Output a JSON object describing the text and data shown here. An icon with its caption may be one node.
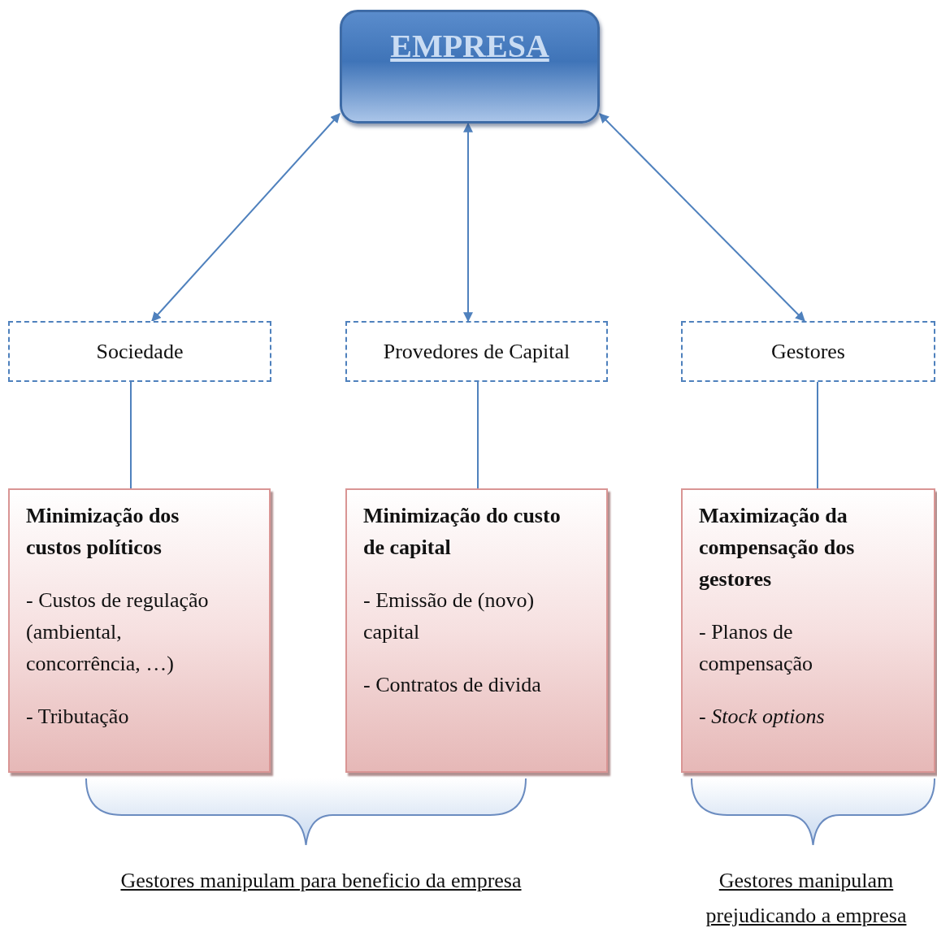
{
  "diagram": {
    "nodes": [
      {
        "text": [
          "EMPRESA"
        ]
      },
      {
        "text": [
          "Sociedade"
        ]
      },
      {
        "text": [
          "Provedores de Capital"
        ]
      },
      {
        "text": [
          "Gestores"
        ]
      },
      {
        "text": [
          "Minimização dos custos políticos",
          "- Custos de regulação (ambiental, concorrência, …)",
          "- Tributação"
        ]
      },
      {
        "text": [
          "Minimização do custo de capital",
          "- Emissão de (novo) capital",
          "- Contratos de divida"
        ]
      },
      {
        "text": [
          "Maximização da compensação dos gestores",
          "- Planos de compensação",
          "- *Stock options*"
        ]
      }
    ],
    "edges": [
      {
        "from": 0,
        "to": 1,
        "arrow": "both"
      },
      {
        "from": 0,
        "to": 2,
        "arrow": "both"
      },
      {
        "from": 0,
        "to": 3,
        "arrow": "both"
      },
      {
        "from": 1,
        "to": 4,
        "arrow": "none"
      },
      {
        "from": 2,
        "to": 5,
        "arrow": "none"
      },
      {
        "from": 3,
        "to": 6,
        "arrow": "none"
      }
    ],
    "labels": [
      "Gestores manipulam para beneficio da empresa",
      "Gestores manipulam prejudicando a empresa"
    ]
  }
}
